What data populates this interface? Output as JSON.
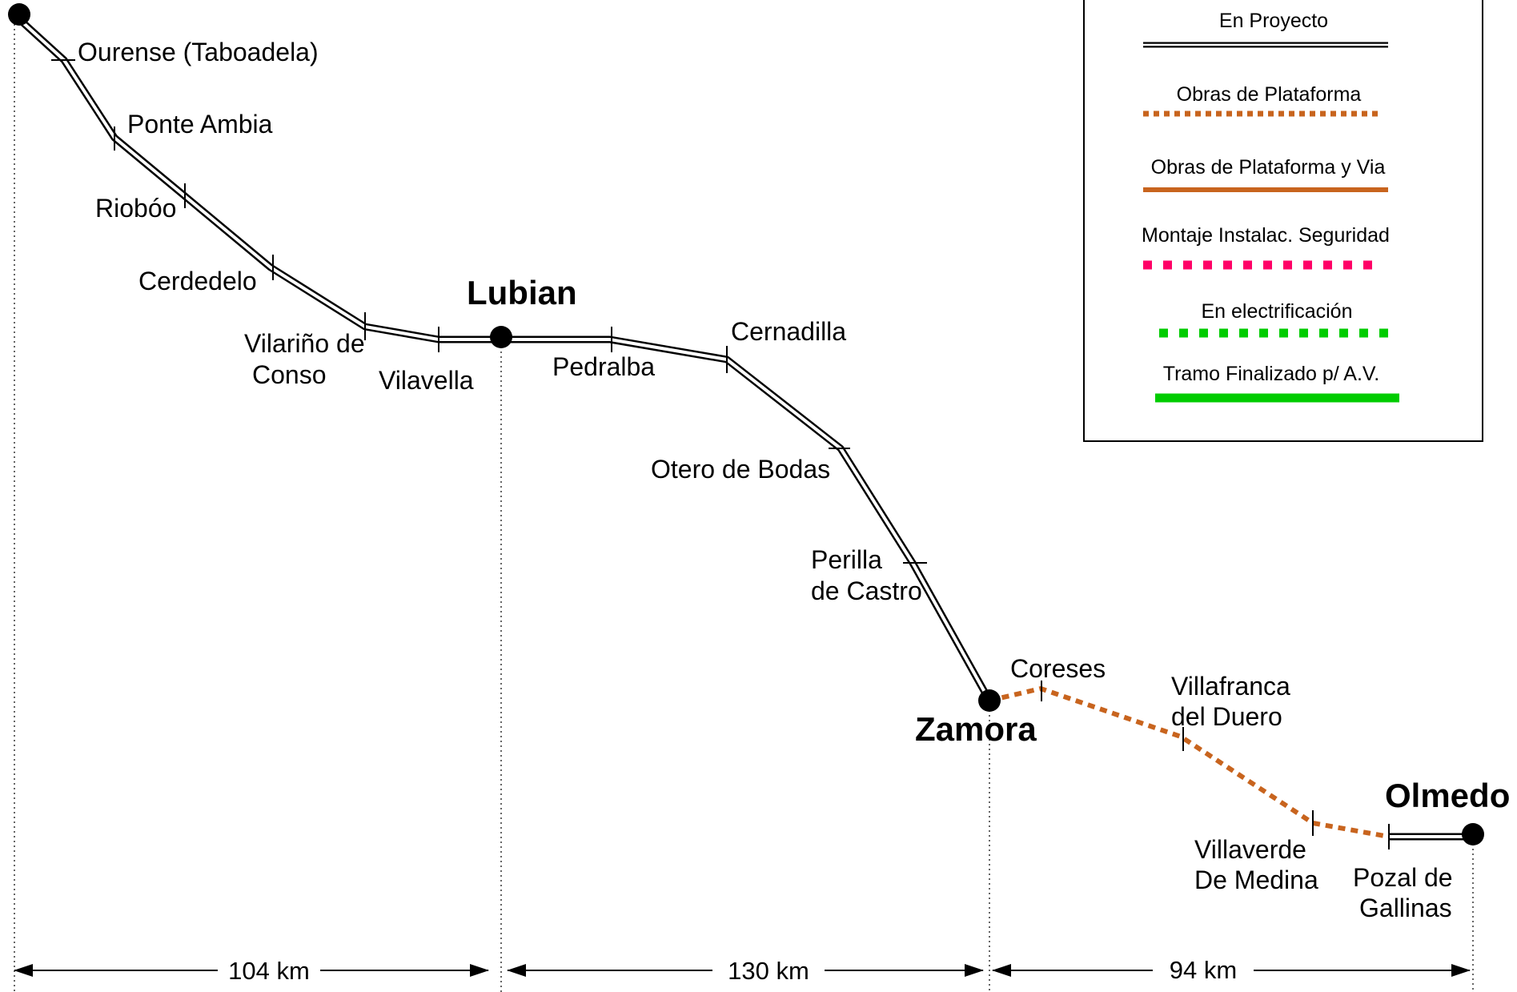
{
  "legend": {
    "items": [
      {
        "label": "En Proyecto",
        "style": "double",
        "color": "#000000"
      },
      {
        "label": "Obras de Plataforma",
        "style": "dotted",
        "color": "#C8641E"
      },
      {
        "label": "Obras de Plataforma y Via",
        "style": "solid",
        "color": "#C8641E"
      },
      {
        "label": "Montaje Instalac. Seguridad",
        "style": "squares",
        "color": "#FF0066"
      },
      {
        "label": "En electrificación",
        "style": "squares",
        "color": "#00CC00"
      },
      {
        "label": "Tramo Finalizado p/ A.V.",
        "style": "thick",
        "color": "#00CC00"
      }
    ]
  },
  "cities": {
    "lubian": "Lubian",
    "zamora": "Zamora",
    "olmedo": "Olmedo"
  },
  "stations": {
    "ourense": "Ourense (Taboadela)",
    "ponte_ambia": "Ponte Ambia",
    "rioboo": "Riobóo",
    "cerdedelo": "Cerdedelo",
    "vilarino_1": "Vilariño de",
    "vilarino_2": "Conso",
    "vilavella": "Vilavella",
    "pedralba": "Pedralba",
    "cernadilla": "Cernadilla",
    "otero": "Otero de Bodas",
    "perilla_1": "Perilla",
    "perilla_2": "de Castro",
    "coreses": "Coreses",
    "villafranca_1": "Villafranca",
    "villafranca_2": "del Duero",
    "villaverde_1": "Villaverde",
    "villaverde_2": "De Medina",
    "pozal_1": "Pozal de",
    "pozal_2": "Gallinas"
  },
  "distances": {
    "seg1": "104 km",
    "seg2": "130 km",
    "seg3": "94 km"
  },
  "colors": {
    "line": "#000000",
    "works": "#C8641E",
    "security": "#FF0066",
    "electrification": "#00CC00"
  }
}
